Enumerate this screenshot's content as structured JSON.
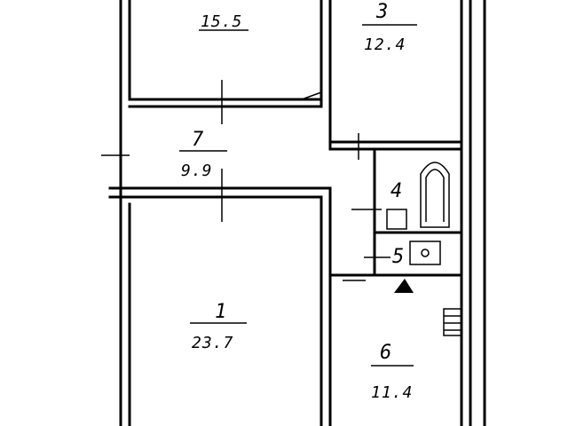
{
  "rooms": [
    {
      "id": "room-top-left",
      "number": "",
      "area": "15.5"
    },
    {
      "id": "room-3",
      "number": "3",
      "area": "12.4"
    },
    {
      "id": "room-7",
      "number": "7",
      "area": "9.9"
    },
    {
      "id": "room-4",
      "number": "4",
      "area": ""
    },
    {
      "id": "room-5",
      "number": "5",
      "area": ""
    },
    {
      "id": "room-1",
      "number": "1",
      "area": "23.7"
    },
    {
      "id": "room-6",
      "number": "6",
      "area": "11.4"
    }
  ]
}
